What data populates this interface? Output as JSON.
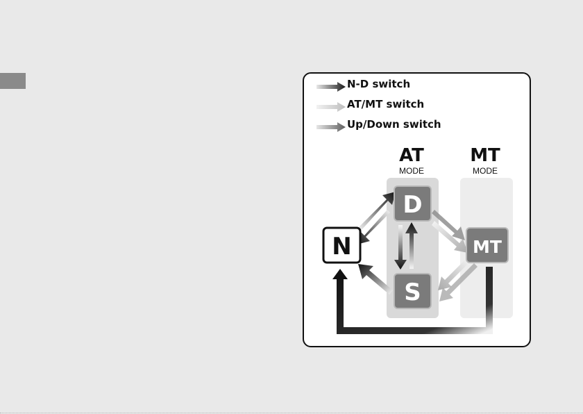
{
  "legend": {
    "items": [
      {
        "label": "N-D switch",
        "icon": "dark-arrow-icon",
        "color": "#222222"
      },
      {
        "label": "AT/MT switch",
        "icon": "light-arrow-icon",
        "color": "#cfcfcf"
      },
      {
        "label": "Up/Down switch",
        "icon": "gray-arrow-icon",
        "color": "#7a7a7a"
      }
    ]
  },
  "modes": {
    "at": {
      "title": "AT",
      "subtitle": "MODE"
    },
    "mt": {
      "title": "MT",
      "subtitle": "MODE"
    }
  },
  "positions": {
    "n": "N",
    "d": "D",
    "s": "S",
    "mt": "MT"
  },
  "colors": {
    "page_background": "#e9e9e9",
    "panel_background": "#ffffff",
    "mode_column": "#d9d9d9",
    "position_key": "#7b7b7b"
  }
}
